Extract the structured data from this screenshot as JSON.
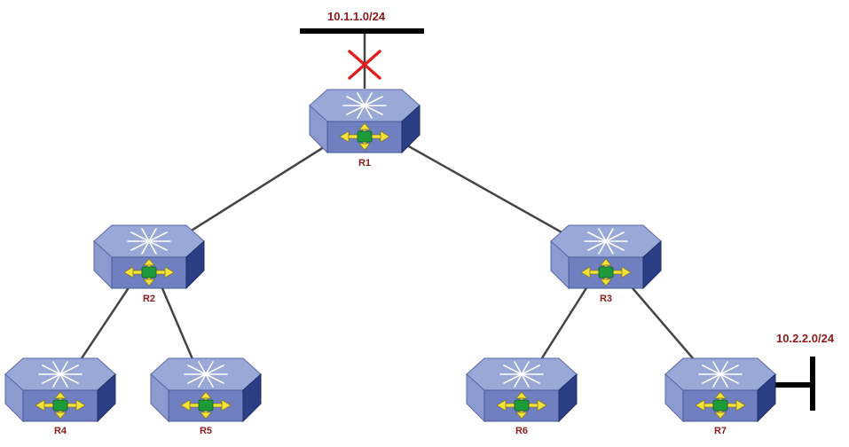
{
  "colors": {
    "label": "#8b1a1a",
    "link": "#444444",
    "network_bar": "#000000",
    "failure_mark": "#e02020",
    "router_top": "#9aa8d8",
    "router_front": "#6f7fbf",
    "router_side": "#2c3f86",
    "router_arrows": "#f2e23a",
    "router_core": "#1f9a3a"
  },
  "networks": {
    "top": {
      "label": "10.1.1.0/24"
    },
    "right": {
      "label": "10.2.2.0/24"
    }
  },
  "routers": [
    {
      "id": "R1",
      "label": "R1",
      "icon": "router-icon"
    },
    {
      "id": "R2",
      "label": "R2",
      "icon": "router-icon"
    },
    {
      "id": "R3",
      "label": "R3",
      "icon": "router-icon"
    },
    {
      "id": "R4",
      "label": "R4",
      "icon": "router-icon"
    },
    {
      "id": "R5",
      "label": "R5",
      "icon": "router-icon"
    },
    {
      "id": "R6",
      "label": "R6",
      "icon": "router-icon"
    },
    {
      "id": "R7",
      "label": "R7",
      "icon": "router-icon"
    }
  ],
  "links": [
    {
      "from": "R1",
      "to": "R2"
    },
    {
      "from": "R1",
      "to": "R3"
    },
    {
      "from": "R2",
      "to": "R4"
    },
    {
      "from": "R2",
      "to": "R5"
    },
    {
      "from": "R3",
      "to": "R6"
    },
    {
      "from": "R3",
      "to": "R7"
    }
  ],
  "failure": {
    "icon": "cross-icon",
    "between": [
      "R1",
      "10.1.1.0/24"
    ]
  }
}
